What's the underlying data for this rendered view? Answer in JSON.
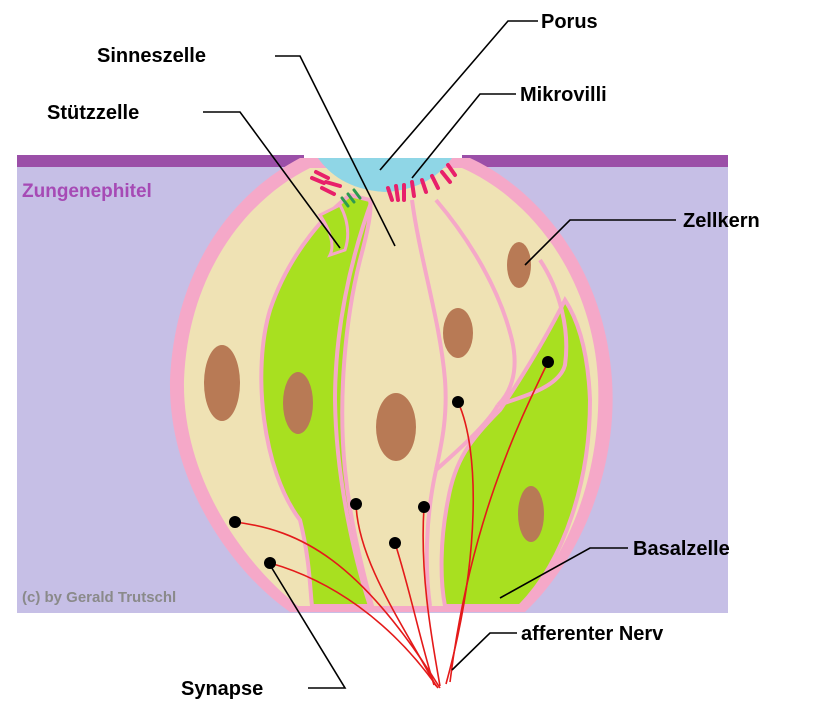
{
  "labels": {
    "porus": "Porus",
    "sinneszelle": "Sinneszelle",
    "mikrovilli": "Mikrovilli",
    "stuetzzelle": "Stützzelle",
    "zellkern": "Zellkern",
    "basalzelle": "Basalzelle",
    "afferenter_nerv": "afferenter Nerv",
    "synapse": "Synapse"
  },
  "region_label": "Zungenephitel",
  "credit": "(c) by Gerald Trutschl",
  "colors": {
    "epithelium": "#c6bfe6",
    "surface": "#9b4fa8",
    "membrane": "#f5a8c8",
    "sensory_cell": "#efe2b4",
    "support_cell": "#a8e020",
    "nucleus": "#b87a55",
    "pore": "#8fd6e6",
    "microvilli": "#e8206a",
    "nerve": "#e41a1a",
    "region_text": "#a64ab5",
    "credit_text": "#8a8a8a"
  }
}
